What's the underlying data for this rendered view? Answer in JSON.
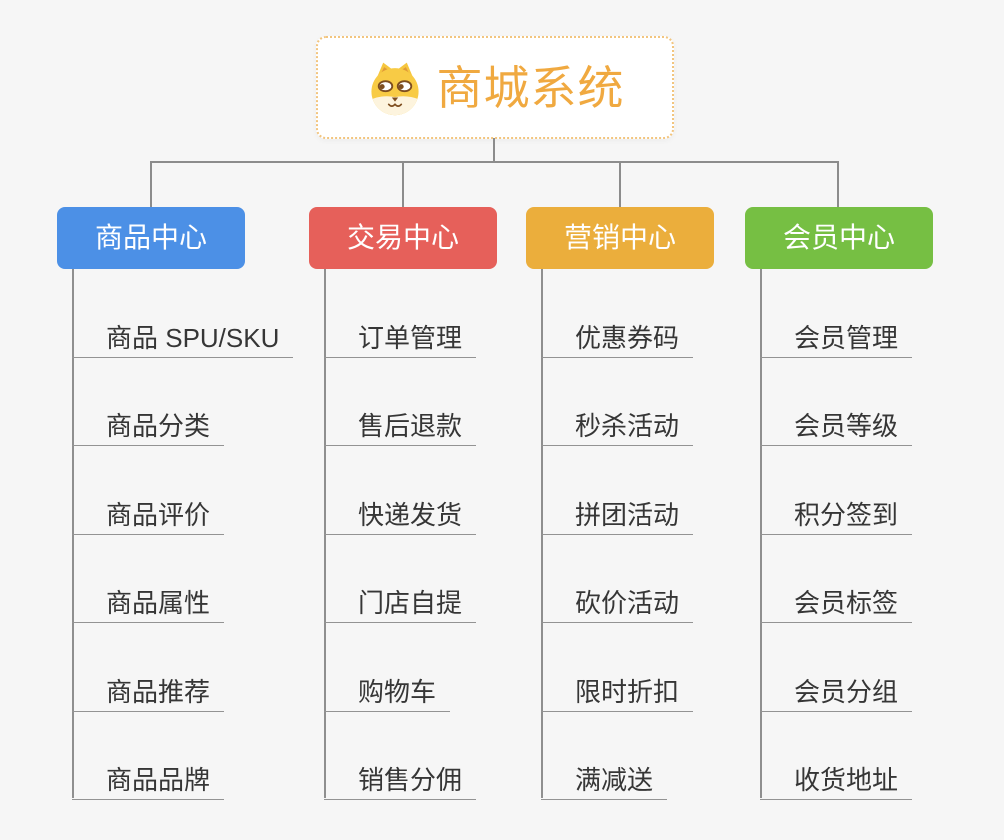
{
  "root": {
    "title": "商城系统",
    "icon": "dog-face-icon",
    "text_color": "#f0a940",
    "border_color": "#f2c57f",
    "background": "#ffffff"
  },
  "connector_color": "#8c8c8c",
  "underline_color": "#939393",
  "canvas_background": "#f6f6f6",
  "branches": [
    {
      "label": "商品中心",
      "color": "#4c90e6",
      "children": [
        "商品 SPU/SKU",
        "商品分类",
        "商品评价",
        "商品属性",
        "商品推荐",
        "商品品牌"
      ]
    },
    {
      "label": "交易中心",
      "color": "#e6605a",
      "children": [
        "订单管理",
        "售后退款",
        "快递发货",
        "门店自提",
        "购物车",
        "销售分佣"
      ]
    },
    {
      "label": "营销中心",
      "color": "#ebae3c",
      "children": [
        "优惠券码",
        "秒杀活动",
        "拼团活动",
        "砍价活动",
        "限时折扣",
        "满减送"
      ]
    },
    {
      "label": "会员中心",
      "color": "#76bf43",
      "children": [
        "会员管理",
        "会员等级",
        "积分签到",
        "会员标签",
        "会员分组",
        "收货地址"
      ]
    }
  ]
}
